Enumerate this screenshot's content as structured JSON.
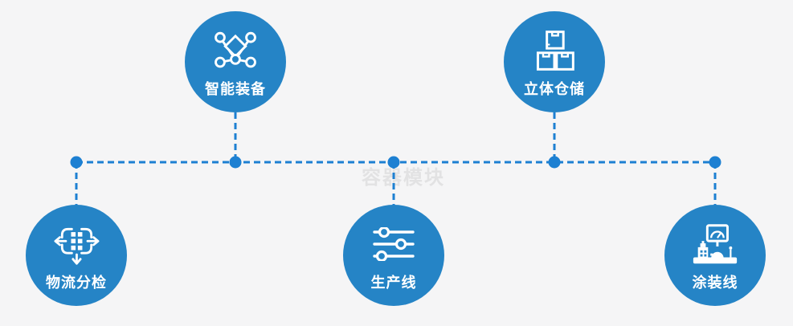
{
  "watermark": "容器模块",
  "colors": {
    "background": "#f5f5f6",
    "node_fill": "#2584c6",
    "connector_blue": "#1d80d2",
    "label_text": "#ffffff",
    "watermark_gray": "#e2e2e3",
    "icon_stroke": "#ffffff"
  },
  "nodes": [
    {
      "id": "smart-equipment",
      "label": "智能装备",
      "icon": "network-nodes-icon",
      "position": "top-left"
    },
    {
      "id": "warehouse",
      "label": "立体仓储",
      "icon": "stacked-boxes-icon",
      "position": "top-right"
    },
    {
      "id": "logistics-sorting",
      "label": "物流分检",
      "icon": "sorting-arrows-icon",
      "position": "bottom-left"
    },
    {
      "id": "production-line",
      "label": "生产线",
      "icon": "sliders-icon",
      "position": "bottom-center"
    },
    {
      "id": "painting-line",
      "label": "涂装线",
      "icon": "control-station-icon",
      "position": "bottom-right"
    }
  ]
}
